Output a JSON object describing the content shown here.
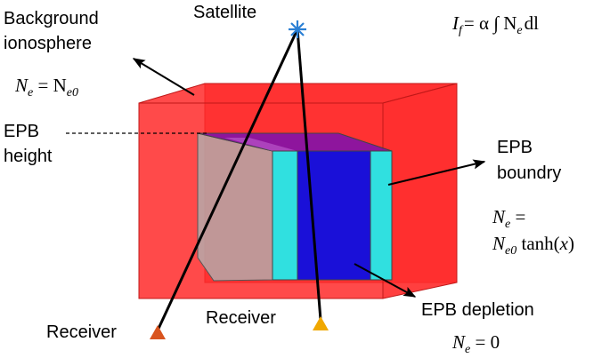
{
  "labels": {
    "satellite": "Satellite",
    "background_line1": "Background",
    "background_line2": "ionosphere",
    "epb_height_line1": "EPB",
    "epb_height_line2": "height",
    "epb_boundary_line1": "EPB",
    "epb_boundary_line2": "boundry",
    "epb_depletion": "EPB depletion",
    "receiver_left": "Receiver",
    "receiver_right": "Receiver"
  },
  "equations": {
    "integral": {
      "lhs": "I",
      "lhs_sub": "f",
      "rhs_pre": "= α ∫ N",
      "rhs_sub": "e",
      "rhs_post": "dl"
    },
    "background": {
      "lhs": "N",
      "lhs_sub": "e",
      "eq": " = N",
      "rhs_sub": "e0"
    },
    "boundary": {
      "line1_lhs": "N",
      "line1_sub": "e",
      "line1_eq": " =",
      "line2_n": "N",
      "line2_sub": "e0",
      "line2_func": " tanh(",
      "line2_var": "x",
      "line2_close": ")"
    },
    "depletion": {
      "lhs": "N",
      "lhs_sub": "e",
      "eq": " = 0"
    }
  },
  "colors": {
    "background_ionosphere": "#ff2a2a",
    "epb_side": "#b0b0b0",
    "epb_depletion": "#1a10d8",
    "epb_boundary": "#30e0e0",
    "satellite": "#2a7fd4",
    "receiver_left": "#d9541e",
    "receiver_right": "#f0a800"
  }
}
